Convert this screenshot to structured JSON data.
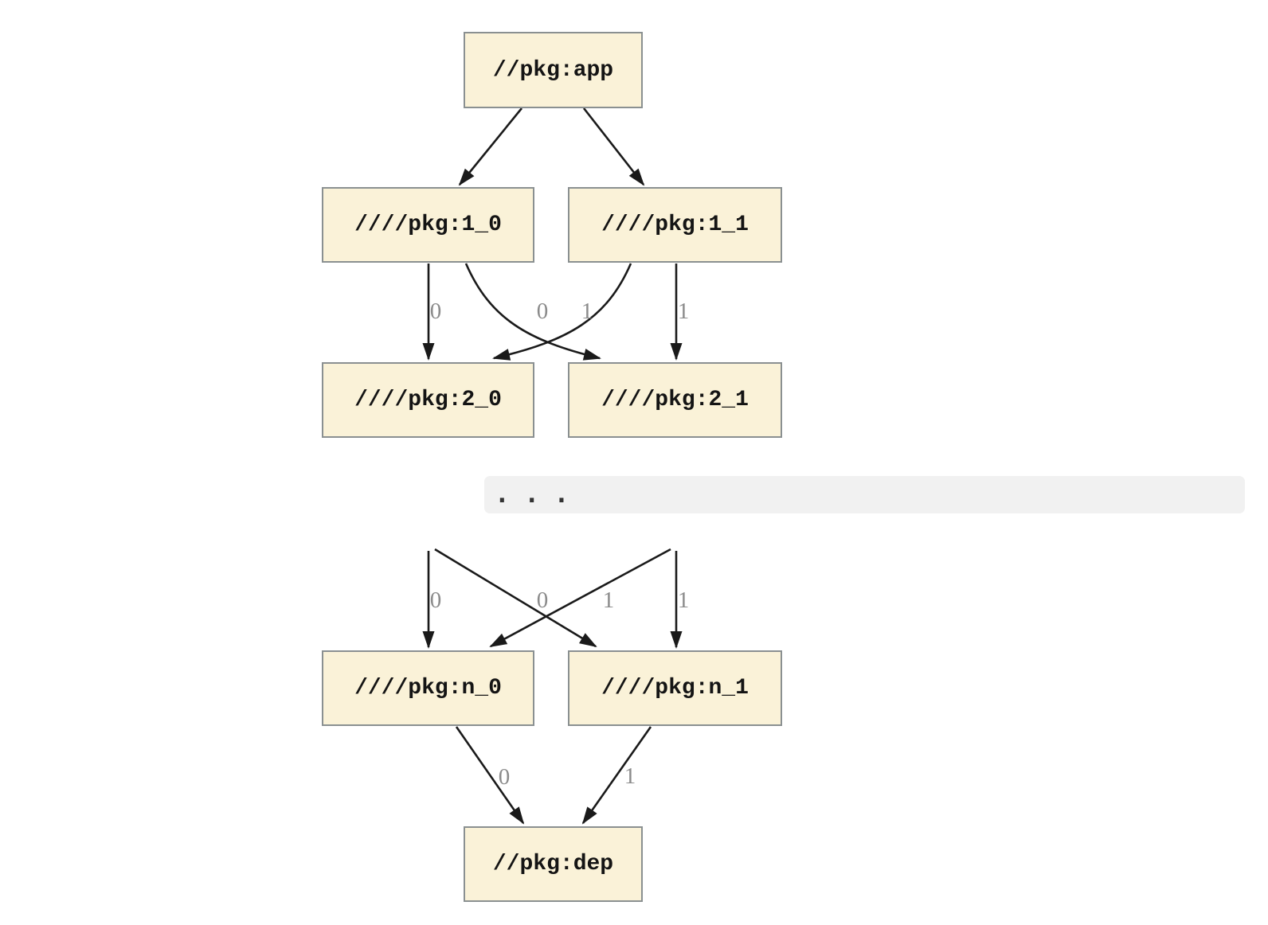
{
  "diagram": {
    "type": "dependency-graph",
    "nodes": [
      {
        "id": "app",
        "label": "//pkg:app"
      },
      {
        "id": "1_0",
        "label": "////pkg:1_0"
      },
      {
        "id": "1_1",
        "label": "////pkg:1_1"
      },
      {
        "id": "2_0",
        "label": "////pkg:2_0"
      },
      {
        "id": "2_1",
        "label": "////pkg:2_1"
      },
      {
        "id": "n_0",
        "label": "////pkg:n_0"
      },
      {
        "id": "n_1",
        "label": "////pkg:n_1"
      },
      {
        "id": "dep",
        "label": "//pkg:dep"
      }
    ],
    "edges": [
      {
        "from": "//pkg:app",
        "to": "////pkg:1_0",
        "label": ""
      },
      {
        "from": "//pkg:app",
        "to": "////pkg:1_1",
        "label": ""
      },
      {
        "from": "////pkg:1_0",
        "to": "////pkg:2_0",
        "label": "0"
      },
      {
        "from": "////pkg:1_0",
        "to": "////pkg:2_1",
        "label": "1"
      },
      {
        "from": "////pkg:1_1",
        "to": "////pkg:2_0",
        "label": "0"
      },
      {
        "from": "////pkg:1_1",
        "to": "////pkg:2_1",
        "label": "1"
      },
      {
        "from": "...",
        "to": "////pkg:n_0",
        "label": "0"
      },
      {
        "from": "...",
        "to": "////pkg:n_1",
        "label": "1"
      },
      {
        "from": "...",
        "to": "////pkg:n_0",
        "label": "0"
      },
      {
        "from": "...",
        "to": "////pkg:n_1",
        "label": "1"
      },
      {
        "from": "////pkg:n_0",
        "to": "//pkg:dep",
        "label": "0"
      },
      {
        "from": "////pkg:n_1",
        "to": "//pkg:dep",
        "label": "1"
      }
    ],
    "edge_labels": [
      "0",
      "0",
      "1",
      "1",
      "0",
      "0",
      "1",
      "1",
      "0",
      "1"
    ],
    "ellipsis": ". . .",
    "colors": {
      "node_fill": "#FAF2D8",
      "node_border": "#8A9091",
      "edge": "#1a1a1a",
      "edge_label": "#8b8b8b",
      "band": "#f1f1f1",
      "background": "#ffffff"
    }
  }
}
